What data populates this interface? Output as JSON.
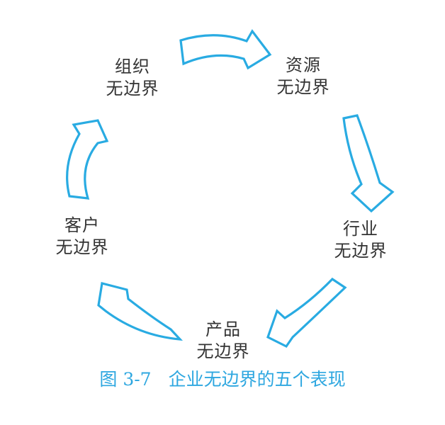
{
  "diagram": {
    "type": "cycle",
    "direction": "clockwise",
    "nodes": [
      {
        "id": "organization",
        "line1": "组织",
        "line2": "无边界"
      },
      {
        "id": "resource",
        "line1": "资源",
        "line2": "无边界"
      },
      {
        "id": "industry",
        "line1": "行业",
        "line2": "无边界"
      },
      {
        "id": "product",
        "line1": "产品",
        "line2": "无边界"
      },
      {
        "id": "customer",
        "line1": "客户",
        "line2": "无边界"
      }
    ],
    "arrows": [
      {
        "from": "organization",
        "to": "resource",
        "points": "right"
      },
      {
        "from": "resource",
        "to": "industry",
        "points": "down"
      },
      {
        "from": "industry",
        "to": "product",
        "points": "down-left"
      },
      {
        "from": "product",
        "to": "customer",
        "points": "up-left"
      },
      {
        "from": "customer",
        "to": "organization",
        "points": "up"
      }
    ],
    "colors": {
      "arrow_stroke": "#29ABE2",
      "label_text": "#333333",
      "caption_text": "#2EA7E0",
      "background": "#FFFFFF"
    }
  },
  "caption": {
    "figure_label": "图 3-7",
    "title": "企业无边界的五个表现"
  }
}
